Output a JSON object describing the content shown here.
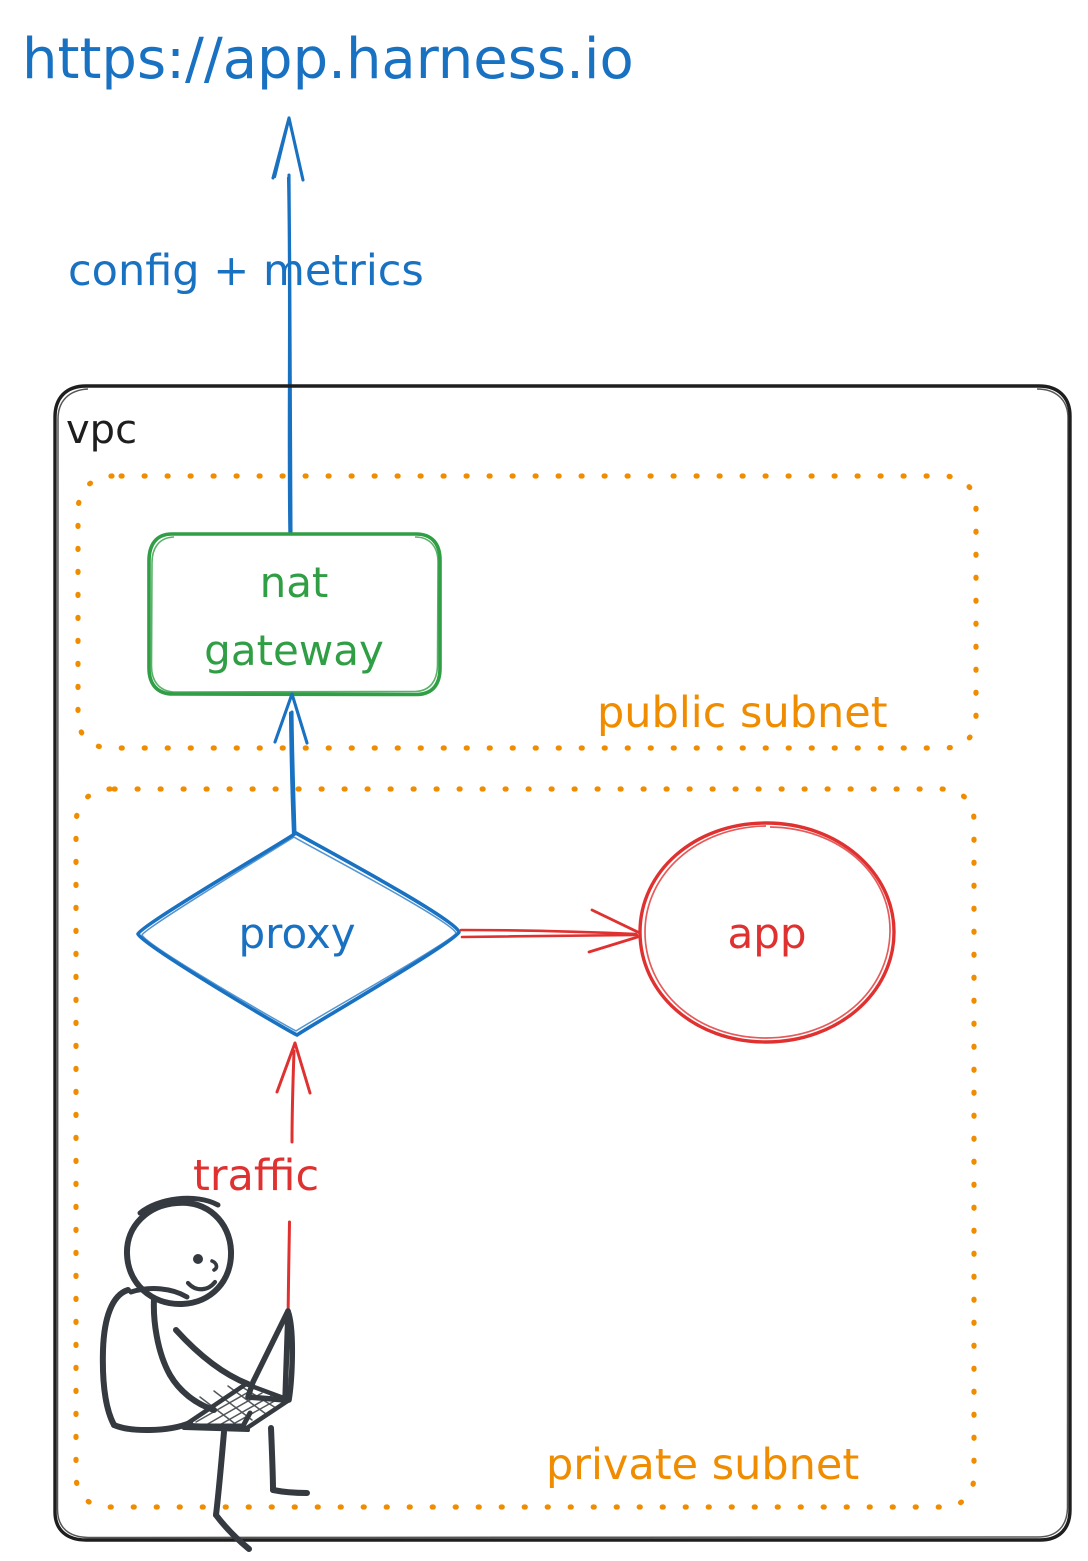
{
  "diagram": {
    "title_url": "https://app.harness.io",
    "colors": {
      "blue": "#1971c2",
      "green": "#2f9e44",
      "orange": "#f08c00",
      "red": "#e03131",
      "ink": "#343a40"
    },
    "containers": [
      {
        "id": "vpc",
        "label": "vpc",
        "style": "solid-rounded",
        "color": "#1e1e1e"
      },
      {
        "id": "public-subnet",
        "label": "public subnet",
        "style": "dotted-rounded",
        "color": "#f08c00"
      },
      {
        "id": "private-subnet",
        "label": "private subnet",
        "style": "dotted-rounded",
        "color": "#f08c00"
      }
    ],
    "nodes": [
      {
        "id": "nat-gateway",
        "label": "nat gateway",
        "shape": "rectangle",
        "color": "#2f9e44",
        "parent": "public-subnet"
      },
      {
        "id": "proxy",
        "label": "proxy",
        "shape": "diamond",
        "color": "#1971c2",
        "parent": "private-subnet"
      },
      {
        "id": "app",
        "label": "app",
        "shape": "ellipse",
        "color": "#e03131",
        "parent": "private-subnet"
      },
      {
        "id": "user",
        "label": "",
        "shape": "stick-figure-with-laptop",
        "color": "#343a40",
        "parent": "private-subnet"
      }
    ],
    "edges": [
      {
        "id": "nat-to-internet",
        "from": "nat-gateway",
        "to": "https://app.harness.io",
        "label": "config + metrics",
        "color": "#1971c2",
        "direction": "up"
      },
      {
        "id": "proxy-to-nat",
        "from": "proxy",
        "to": "nat-gateway",
        "label": "",
        "color": "#1971c2",
        "direction": "up"
      },
      {
        "id": "proxy-to-app",
        "from": "proxy",
        "to": "app",
        "label": "",
        "color": "#e03131",
        "direction": "right"
      },
      {
        "id": "user-to-proxy",
        "from": "user",
        "to": "proxy",
        "label": "traffic",
        "color": "#e03131",
        "direction": "up"
      }
    ],
    "labels": {
      "config_metrics": "config + metrics",
      "traffic": "traffic",
      "nat_gateway_line1": "nat",
      "nat_gateway_line2": "gateway",
      "proxy": "proxy",
      "app": "app",
      "vpc": "vpc",
      "public_subnet": "public subnet",
      "private_subnet": "private subnet"
    }
  }
}
